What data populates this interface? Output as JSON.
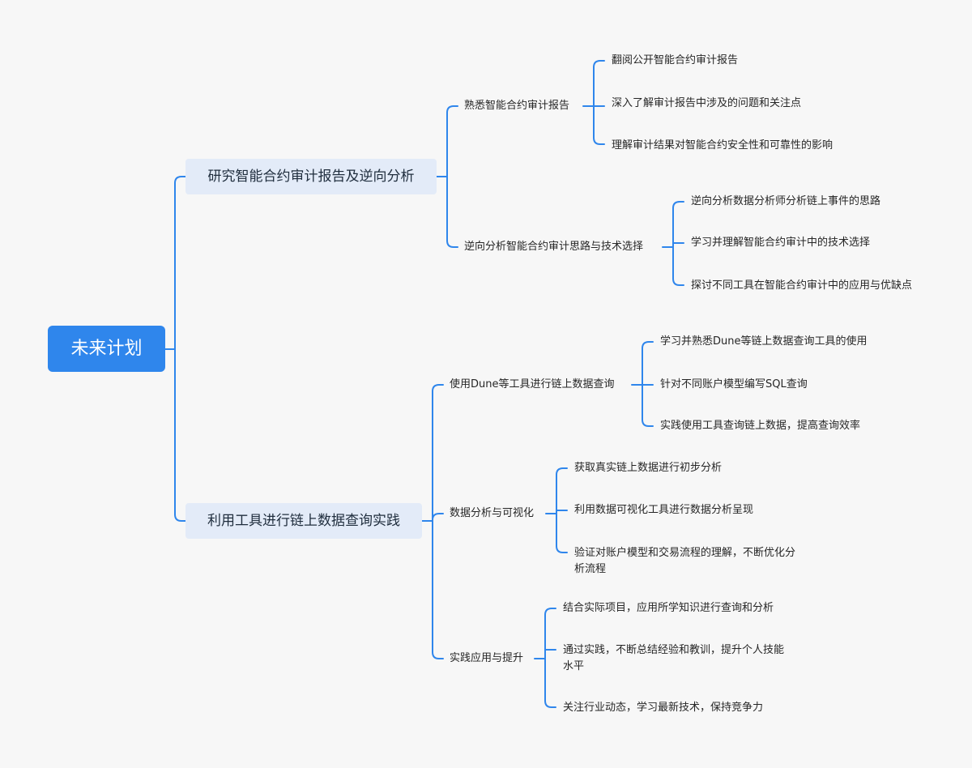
{
  "mindmap": {
    "root": {
      "label": "未来计划"
    },
    "branches": [
      {
        "label": "研究智能合约审计报告及逆向分析",
        "children": [
          {
            "label": "熟悉智能合约审计报告",
            "children": [
              {
                "label": "翻阅公开智能合约审计报告"
              },
              {
                "label": "深入了解审计报告中涉及的问题和关注点"
              },
              {
                "label": "理解审计结果对智能合约安全性和可靠性的影响"
              }
            ]
          },
          {
            "label": "逆向分析智能合约审计思路与技术选择",
            "children": [
              {
                "label": "逆向分析数据分析师分析链上事件的思路"
              },
              {
                "label": "学习并理解智能合约审计中的技术选择"
              },
              {
                "label": "探讨不同工具在智能合约审计中的应用与优缺点"
              }
            ]
          }
        ]
      },
      {
        "label": "利用工具进行链上数据查询实践",
        "children": [
          {
            "label": "使用Dune等工具进行链上数据查询",
            "children": [
              {
                "label": "学习并熟悉Dune等链上数据查询工具的使用"
              },
              {
                "label": "针对不同账户模型编写SQL查询"
              },
              {
                "label": "实践使用工具查询链上数据，提高查询效率"
              }
            ]
          },
          {
            "label": "数据分析与可视化",
            "children": [
              {
                "label": "获取真实链上数据进行初步分析"
              },
              {
                "label": "利用数据可视化工具进行数据分析呈现"
              },
              {
                "label": "验证对账户模型和交易流程的理解，不断优化分析流程"
              }
            ]
          },
          {
            "label": "实践应用与提升",
            "children": [
              {
                "label": "结合实际项目，应用所学知识进行查询和分析"
              },
              {
                "label": "通过实践，不断总结经验和教训，提升个人技能水平"
              },
              {
                "label": "关注行业动态，学习最新技术，保持竞争力"
              }
            ]
          }
        ]
      }
    ]
  },
  "colors": {
    "accent": "#2f86ec",
    "branch_fill": "#e3ebf8",
    "line": "#2f86ec",
    "background": "#f7f7f7"
  }
}
